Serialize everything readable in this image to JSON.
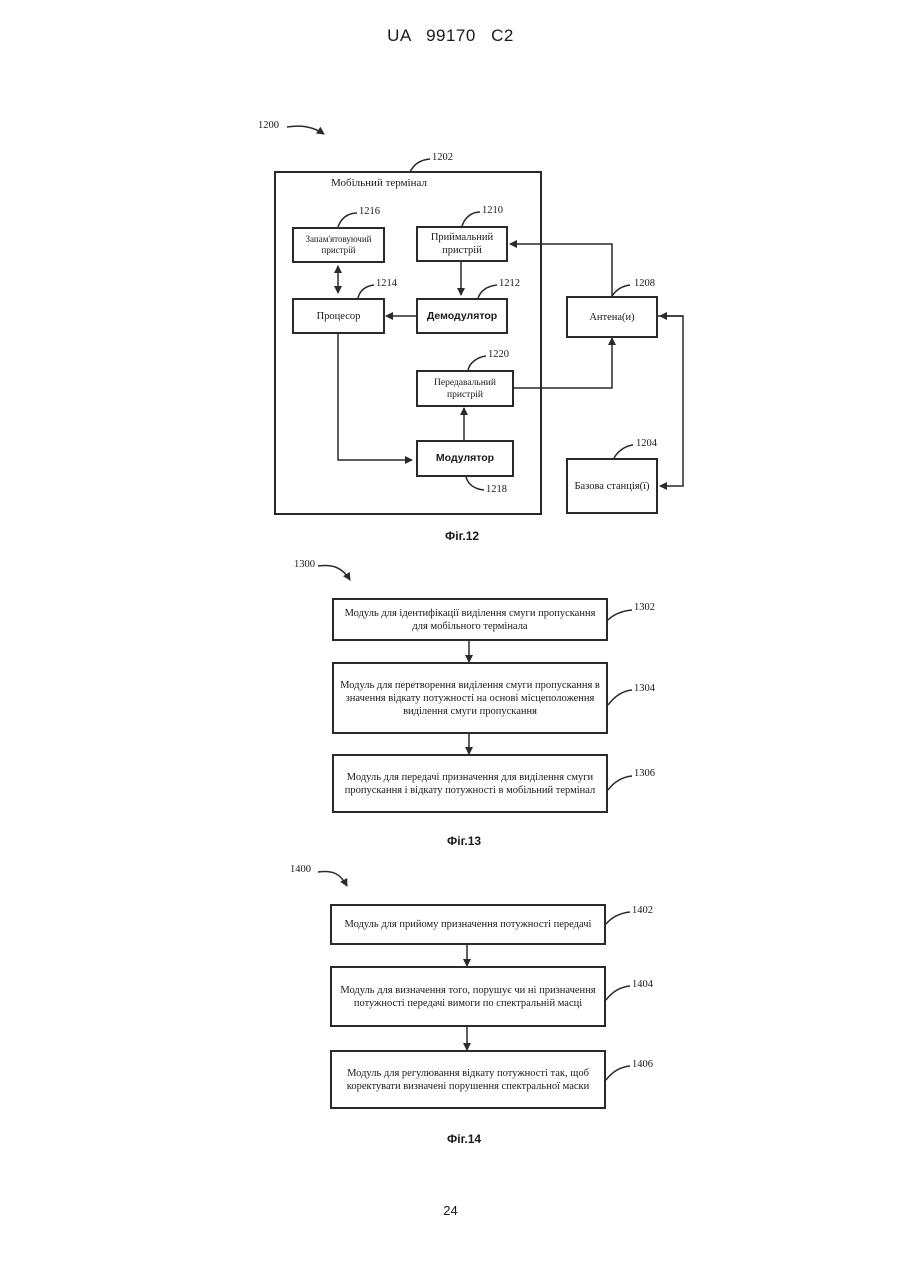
{
  "header": "UA 99170 C2",
  "page_number": "24",
  "fig12": {
    "ref_overall": "1200",
    "caption": "Фіг.12",
    "terminal": {
      "ref": "1202",
      "label": "Мобільний термінал"
    },
    "memory": {
      "ref": "1216",
      "label": "Запам'ятовуючий пристрій"
    },
    "receiver": {
      "ref": "1210",
      "label": "Приймальний пристрій"
    },
    "processor": {
      "ref": "1214",
      "label": "Процесор"
    },
    "demodulator": {
      "ref": "1212",
      "label": "Демодулятор"
    },
    "transmitter": {
      "ref": "1220",
      "label": "Передавальний пристрій"
    },
    "modulator": {
      "ref": "1218",
      "label": "Модулятор"
    },
    "antenna": {
      "ref": "1208",
      "label": "Антена(и)"
    },
    "base_station": {
      "ref": "1204",
      "label": "Базова станція(ї)"
    }
  },
  "fig13": {
    "ref_overall": "1300",
    "caption": "Фіг.13",
    "steps": [
      {
        "ref": "1302",
        "label": "Модуль для ідентифікації виділення смуги пропускання для мобільного термінала"
      },
      {
        "ref": "1304",
        "label": "Модуль для перетворення виділення смуги пропускання в значення відкату потужності на основі місцеположення виділення смуги пропускання"
      },
      {
        "ref": "1306",
        "label": "Модуль для передачі призначення для виділення смуги пропускання і відкату потужності в мобільний термінал"
      }
    ]
  },
  "fig14": {
    "ref_overall": "1400",
    "caption": "Фіг.14",
    "steps": [
      {
        "ref": "1402",
        "label": "Модуль для прийому призначення потужності передачі"
      },
      {
        "ref": "1404",
        "label": "Модуль для визначення того, порушує чи ні призначення потужності передачі вимоги по спектральній масці"
      },
      {
        "ref": "1406",
        "label": "Модуль для регулювання відкату потужності так, щоб коректувати визначені порушення спектральної маски"
      }
    ]
  }
}
